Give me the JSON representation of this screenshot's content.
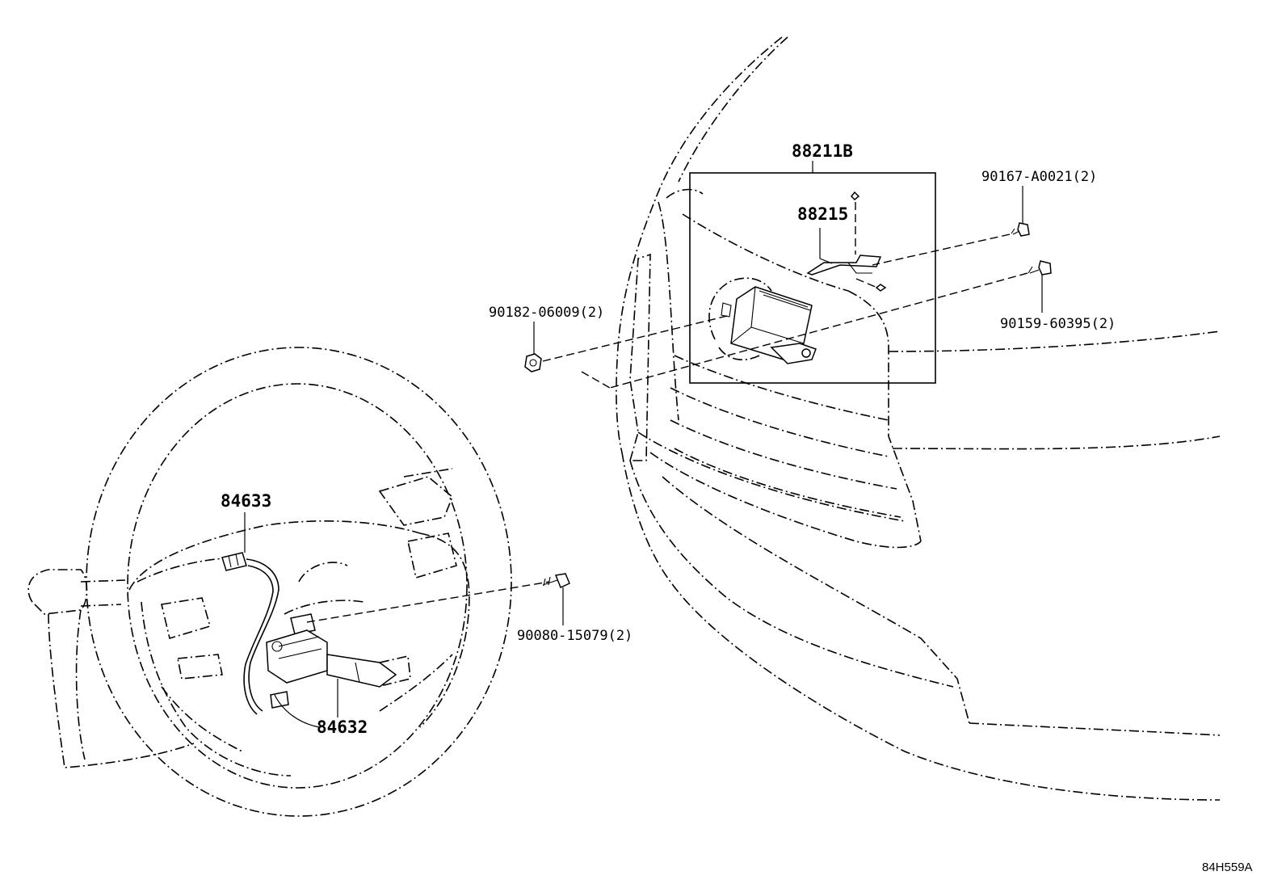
{
  "labels": {
    "sensor_assembly": "88211B",
    "bracket": "88215",
    "screw_upper": "90167-A0021(2)",
    "bolt_lower": "90159-60395(2)",
    "nut": "90182-06009(2)",
    "wheel_screw": "90080-15079(2)",
    "harness": "84633",
    "switch": "84632"
  },
  "reference_code": "84H559A"
}
